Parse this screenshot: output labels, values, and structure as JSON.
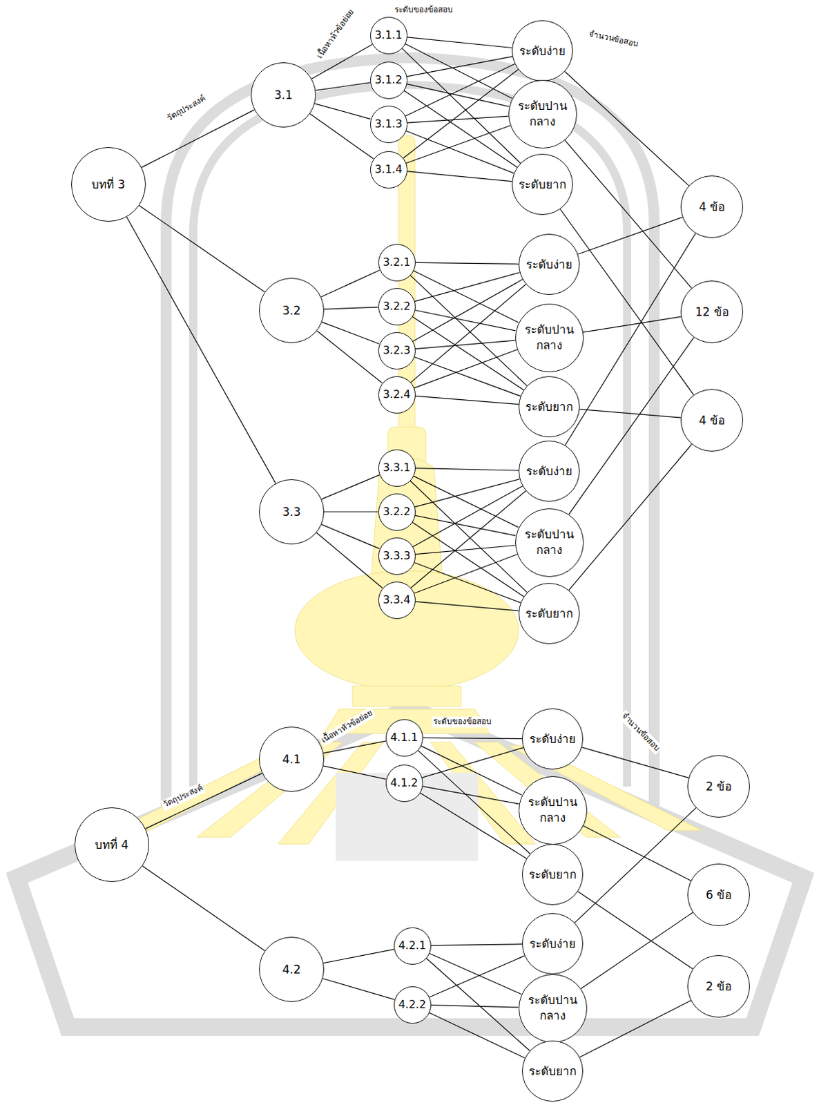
{
  "diagram": {
    "nodes": [
      {
        "text": [
          "บทที่ 3"
        ]
      },
      {
        "text": [
          "3.1"
        ]
      },
      {
        "text": [
          "3.1.1"
        ]
      },
      {
        "text": [
          "3.1.2"
        ]
      },
      {
        "text": [
          "3.1.3"
        ]
      },
      {
        "text": [
          "3.1.4"
        ]
      },
      {
        "text": [
          "ระดับง่าย"
        ]
      },
      {
        "text": [
          "ระดับปานกลาง"
        ]
      },
      {
        "text": [
          "ระดับยาก"
        ]
      },
      {
        "text": [
          "3.2"
        ]
      },
      {
        "text": [
          "3.2.1"
        ]
      },
      {
        "text": [
          "3.2.2"
        ]
      },
      {
        "text": [
          "3.2.3"
        ]
      },
      {
        "text": [
          "3.2.4"
        ]
      },
      {
        "text": [
          "ระดับง่าย"
        ]
      },
      {
        "text": [
          "ระดับปานกลาง"
        ]
      },
      {
        "text": [
          "ระดับยาก"
        ]
      },
      {
        "text": [
          "3.3"
        ]
      },
      {
        "text": [
          "3.3.1"
        ]
      },
      {
        "text": [
          "3.2.2"
        ]
      },
      {
        "text": [
          "3.3.3"
        ]
      },
      {
        "text": [
          "3.3.4"
        ]
      },
      {
        "text": [
          "ระดับง่าย"
        ]
      },
      {
        "text": [
          "ระดับปานกลาง"
        ]
      },
      {
        "text": [
          "ระดับยาก"
        ]
      },
      {
        "text": [
          "4 ข้อ"
        ]
      },
      {
        "text": [
          "12 ข้อ"
        ]
      },
      {
        "text": [
          "4 ข้อ"
        ]
      },
      {
        "text": [
          "บทที่ 4"
        ]
      },
      {
        "text": [
          "4.1"
        ]
      },
      {
        "text": [
          "4.1.1"
        ]
      },
      {
        "text": [
          "4.1.2"
        ]
      },
      {
        "text": [
          "ระดับง่าย"
        ]
      },
      {
        "text": [
          "ระดับปานกลาง"
        ]
      },
      {
        "text": [
          "ระดับยาก"
        ]
      },
      {
        "text": [
          "4.2"
        ]
      },
      {
        "text": [
          "4.2.1"
        ]
      },
      {
        "text": [
          "4.2.2"
        ]
      },
      {
        "text": [
          "ระดับง่าย"
        ]
      },
      {
        "text": [
          "ระดับปานกลาง"
        ]
      },
      {
        "text": [
          "ระดับยาก"
        ]
      },
      {
        "text": [
          "2 ข้อ"
        ]
      },
      {
        "text": [
          "6 ข้อ"
        ]
      },
      {
        "text": [
          "2 ข้อ"
        ]
      }
    ],
    "edges": [
      {
        "from": 0,
        "to": 1,
        "arrow": "none"
      },
      {
        "from": 0,
        "to": 9,
        "arrow": "none"
      },
      {
        "from": 0,
        "to": 17,
        "arrow": "none"
      },
      {
        "from": 1,
        "to": 2,
        "arrow": "none"
      },
      {
        "from": 1,
        "to": 3,
        "arrow": "none"
      },
      {
        "from": 1,
        "to": 4,
        "arrow": "none"
      },
      {
        "from": 1,
        "to": 5,
        "arrow": "none"
      },
      {
        "from": 2,
        "to": 6,
        "arrow": "none"
      },
      {
        "from": 2,
        "to": 7,
        "arrow": "none"
      },
      {
        "from": 2,
        "to": 8,
        "arrow": "none"
      },
      {
        "from": 3,
        "to": 6,
        "arrow": "none"
      },
      {
        "from": 3,
        "to": 7,
        "arrow": "none"
      },
      {
        "from": 3,
        "to": 8,
        "arrow": "none"
      },
      {
        "from": 4,
        "to": 6,
        "arrow": "none"
      },
      {
        "from": 4,
        "to": 7,
        "arrow": "none"
      },
      {
        "from": 4,
        "to": 8,
        "arrow": "none"
      },
      {
        "from": 5,
        "to": 6,
        "arrow": "none"
      },
      {
        "from": 5,
        "to": 7,
        "arrow": "none"
      },
      {
        "from": 5,
        "to": 8,
        "arrow": "none"
      },
      {
        "from": 9,
        "to": 10,
        "arrow": "none"
      },
      {
        "from": 9,
        "to": 11,
        "arrow": "none"
      },
      {
        "from": 9,
        "to": 12,
        "arrow": "none"
      },
      {
        "from": 9,
        "to": 13,
        "arrow": "none"
      },
      {
        "from": 10,
        "to": 14,
        "arrow": "none"
      },
      {
        "from": 10,
        "to": 15,
        "arrow": "none"
      },
      {
        "from": 10,
        "to": 16,
        "arrow": "none"
      },
      {
        "from": 11,
        "to": 14,
        "arrow": "none"
      },
      {
        "from": 11,
        "to": 15,
        "arrow": "none"
      },
      {
        "from": 11,
        "to": 16,
        "arrow": "none"
      },
      {
        "from": 12,
        "to": 14,
        "arrow": "none"
      },
      {
        "from": 12,
        "to": 15,
        "arrow": "none"
      },
      {
        "from": 12,
        "to": 16,
        "arrow": "none"
      },
      {
        "from": 13,
        "to": 14,
        "arrow": "none"
      },
      {
        "from": 13,
        "to": 15,
        "arrow": "none"
      },
      {
        "from": 13,
        "to": 16,
        "arrow": "none"
      },
      {
        "from": 17,
        "to": 18,
        "arrow": "none"
      },
      {
        "from": 17,
        "to": 19,
        "arrow": "none"
      },
      {
        "from": 17,
        "to": 20,
        "arrow": "none"
      },
      {
        "from": 17,
        "to": 21,
        "arrow": "none"
      },
      {
        "from": 18,
        "to": 22,
        "arrow": "none"
      },
      {
        "from": 18,
        "to": 23,
        "arrow": "none"
      },
      {
        "from": 18,
        "to": 24,
        "arrow": "none"
      },
      {
        "from": 19,
        "to": 22,
        "arrow": "none"
      },
      {
        "from": 19,
        "to": 23,
        "arrow": "none"
      },
      {
        "from": 19,
        "to": 24,
        "arrow": "none"
      },
      {
        "from": 20,
        "to": 22,
        "arrow": "none"
      },
      {
        "from": 20,
        "to": 23,
        "arrow": "none"
      },
      {
        "from": 20,
        "to": 24,
        "arrow": "none"
      },
      {
        "from": 21,
        "to": 22,
        "arrow": "none"
      },
      {
        "from": 21,
        "to": 23,
        "arrow": "none"
      },
      {
        "from": 21,
        "to": 24,
        "arrow": "none"
      },
      {
        "from": 6,
        "to": 25,
        "arrow": "none"
      },
      {
        "from": 7,
        "to": 26,
        "arrow": "none"
      },
      {
        "from": 8,
        "to": 27,
        "arrow": "none"
      },
      {
        "from": 14,
        "to": 25,
        "arrow": "none"
      },
      {
        "from": 15,
        "to": 26,
        "arrow": "none"
      },
      {
        "from": 16,
        "to": 27,
        "arrow": "none"
      },
      {
        "from": 22,
        "to": 25,
        "arrow": "none"
      },
      {
        "from": 23,
        "to": 26,
        "arrow": "none"
      },
      {
        "from": 24,
        "to": 27,
        "arrow": "none"
      },
      {
        "from": 28,
        "to": 29,
        "arrow": "none"
      },
      {
        "from": 28,
        "to": 35,
        "arrow": "none"
      },
      {
        "from": 29,
        "to": 30,
        "arrow": "none"
      },
      {
        "from": 29,
        "to": 31,
        "arrow": "none"
      },
      {
        "from": 30,
        "to": 32,
        "arrow": "none"
      },
      {
        "from": 30,
        "to": 33,
        "arrow": "none"
      },
      {
        "from": 30,
        "to": 34,
        "arrow": "none"
      },
      {
        "from": 31,
        "to": 32,
        "arrow": "none"
      },
      {
        "from": 31,
        "to": 33,
        "arrow": "none"
      },
      {
        "from": 31,
        "to": 34,
        "arrow": "none"
      },
      {
        "from": 35,
        "to": 36,
        "arrow": "none"
      },
      {
        "from": 35,
        "to": 37,
        "arrow": "none"
      },
      {
        "from": 36,
        "to": 38,
        "arrow": "none"
      },
      {
        "from": 36,
        "to": 39,
        "arrow": "none"
      },
      {
        "from": 36,
        "to": 40,
        "arrow": "none"
      },
      {
        "from": 37,
        "to": 38,
        "arrow": "none"
      },
      {
        "from": 37,
        "to": 39,
        "arrow": "none"
      },
      {
        "from": 37,
        "to": 40,
        "arrow": "none"
      },
      {
        "from": 32,
        "to": 41,
        "arrow": "none"
      },
      {
        "from": 33,
        "to": 42,
        "arrow": "none"
      },
      {
        "from": 34,
        "to": 43,
        "arrow": "none"
      },
      {
        "from": 38,
        "to": 41,
        "arrow": "none"
      },
      {
        "from": 39,
        "to": 42,
        "arrow": "none"
      },
      {
        "from": 40,
        "to": 43,
        "arrow": "none"
      }
    ],
    "labels": [
      "เนื้อหาหัวข้อย่อย",
      "ระดับของข้อสอบ",
      "จำนวนข้อสอบ",
      "วัตถุประสงค์",
      "วัตถุประสงค์",
      "ระดับของข้อสอบ",
      "เนื้อหาหัวข้อย่อย",
      "จำนวนข้อสอบ"
    ]
  }
}
